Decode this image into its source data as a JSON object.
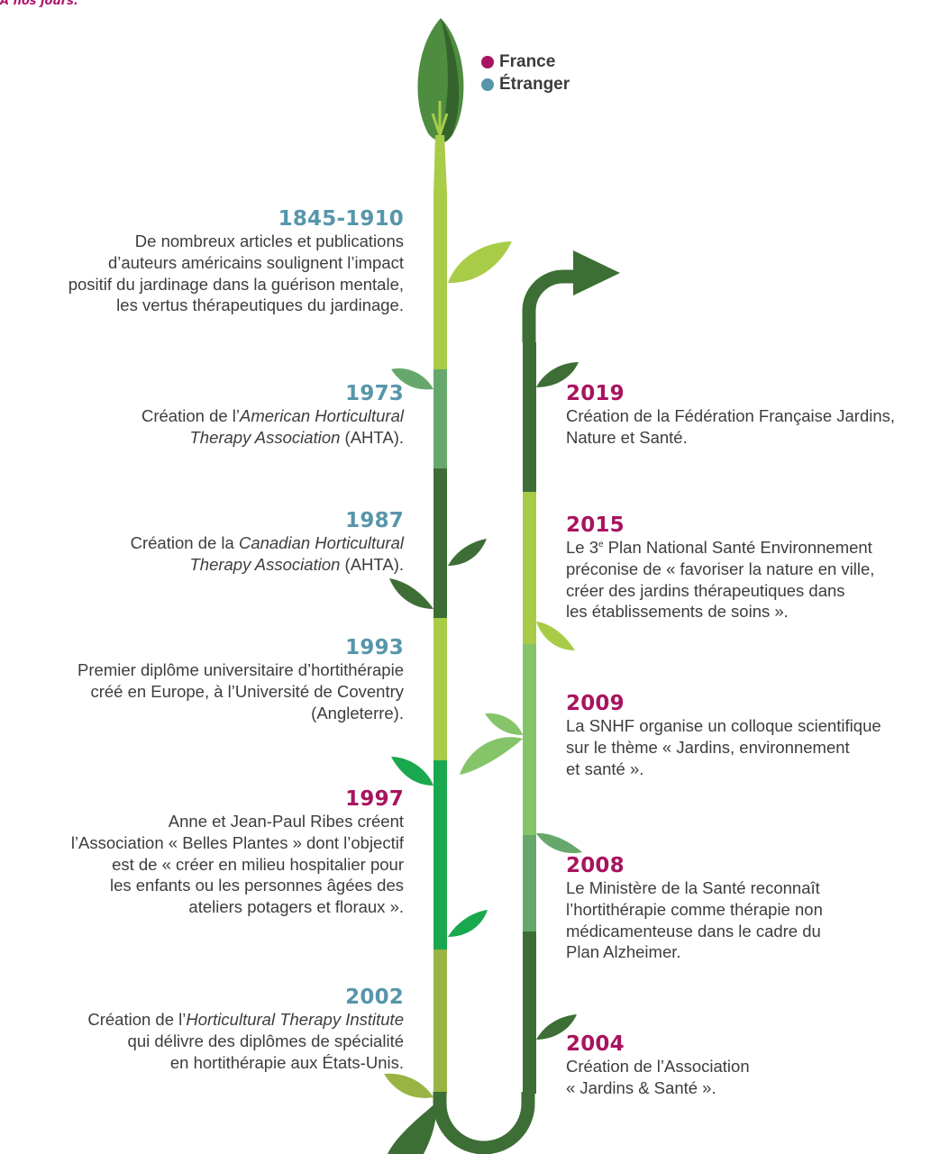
{
  "header": {
    "title": "À nos jours."
  },
  "legend": {
    "france": {
      "label": "France",
      "color": "#a8145f"
    },
    "etranger": {
      "label": "Étranger",
      "color": "#5796aa"
    }
  },
  "left_entries": [
    {
      "year": "1845-1910",
      "origin": "etranger",
      "lines": [
        "De nombreux articles et publications",
        "d’auteurs américains soulignent l’impact",
        "positif du jardinage dans la guérison mentale,",
        "les vertus thérapeutiques du jardinage."
      ]
    },
    {
      "year": "1973",
      "origin": "etranger",
      "lines": [
        "Création de l’",
        "American Horticultural",
        "Therapy Association",
        " (AHTA)."
      ]
    },
    {
      "year": "1987",
      "origin": "etranger",
      "lines": [
        "Création de la ",
        "Canadian Horticultural",
        "Therapy Association",
        " (AHTA)."
      ]
    },
    {
      "year": "1993",
      "origin": "etranger",
      "lines": [
        "Premier diplôme universitaire d’hortithérapie",
        "créé en Europe, à l’Université de Coventry",
        "(Angleterre)."
      ]
    },
    {
      "year": "1997",
      "origin": "france",
      "lines": [
        "Anne et Jean-Paul Ribes créent",
        "l’Association « Belles Plantes » dont l’objectif",
        "est de « créer en milieu hospitalier pour",
        "les enfants ou les personnes âgées des",
        "ateliers potagers et floraux »."
      ]
    },
    {
      "year": "2002",
      "origin": "etranger",
      "lines": [
        "Création de l’",
        "Horticultural Therapy Institute",
        "qui délivre des diplômes de spécialité",
        "en hortithérapie aux États-Unis."
      ]
    }
  ],
  "right_entries": [
    {
      "year": "2019",
      "origin": "france",
      "lines": [
        "Création de la Fédération Française Jardins,",
        "Nature et Santé."
      ]
    },
    {
      "year": "2015",
      "origin": "france",
      "lines": [
        "Le 3",
        "e",
        " Plan National Santé Environnement",
        "préconise de « favoriser la nature en ville,",
        "créer des jardins thérapeutiques dans",
        "les établissements de soins »."
      ]
    },
    {
      "year": "2009",
      "origin": "france",
      "lines": [
        "La SNHF organise un colloque scientifique",
        "sur le thème « Jardins, environnement",
        "et santé »."
      ]
    },
    {
      "year": "2008",
      "origin": "france",
      "lines": [
        "Le Ministère de la Santé reconnaît",
        "l’hortithérapie comme thérapie non",
        "médicamenteuse dans le cadre du",
        "Plan Alzheimer."
      ]
    },
    {
      "year": "2004",
      "origin": "france",
      "lines": [
        "Création de l’Association",
        "« Jardins & Santé »."
      ]
    }
  ],
  "colors": {
    "dark_green": "#3d6e35",
    "mid_green": "#4a8a3c",
    "light_green": "#a8cc48",
    "teal_green": "#66a86b",
    "bright_green": "#1aa84f",
    "olive_green": "#9ab444",
    "pale_green": "#86c46a"
  }
}
